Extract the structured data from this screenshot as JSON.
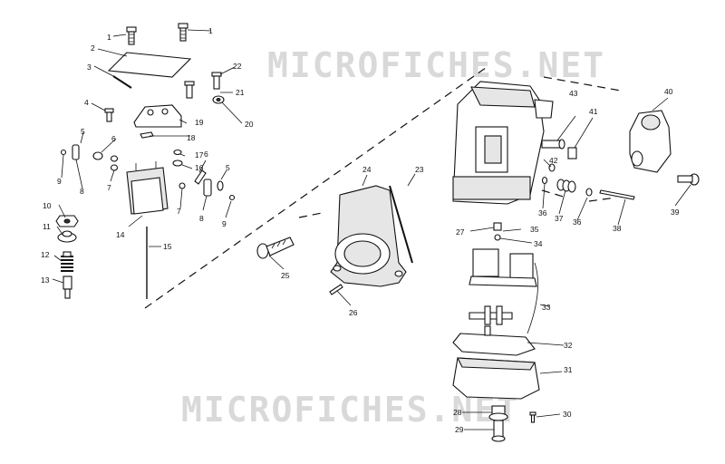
{
  "watermark": "MICROFICHES.NET",
  "part_numbers": [
    "1",
    "1",
    "2",
    "3",
    "4",
    "5",
    "6",
    "7",
    "8",
    "9",
    "10",
    "11",
    "12",
    "13",
    "14",
    "15",
    "16",
    "17",
    "18",
    "19",
    "20",
    "21",
    "22",
    "23",
    "24",
    "25",
    "26",
    "27",
    "28",
    "29",
    "30",
    "31",
    "32",
    "33",
    "34",
    "35",
    "36",
    "36",
    "37",
    "38",
    "39",
    "40",
    "41",
    "42",
    "43",
    "5",
    "6",
    "7",
    "8",
    "9"
  ]
}
